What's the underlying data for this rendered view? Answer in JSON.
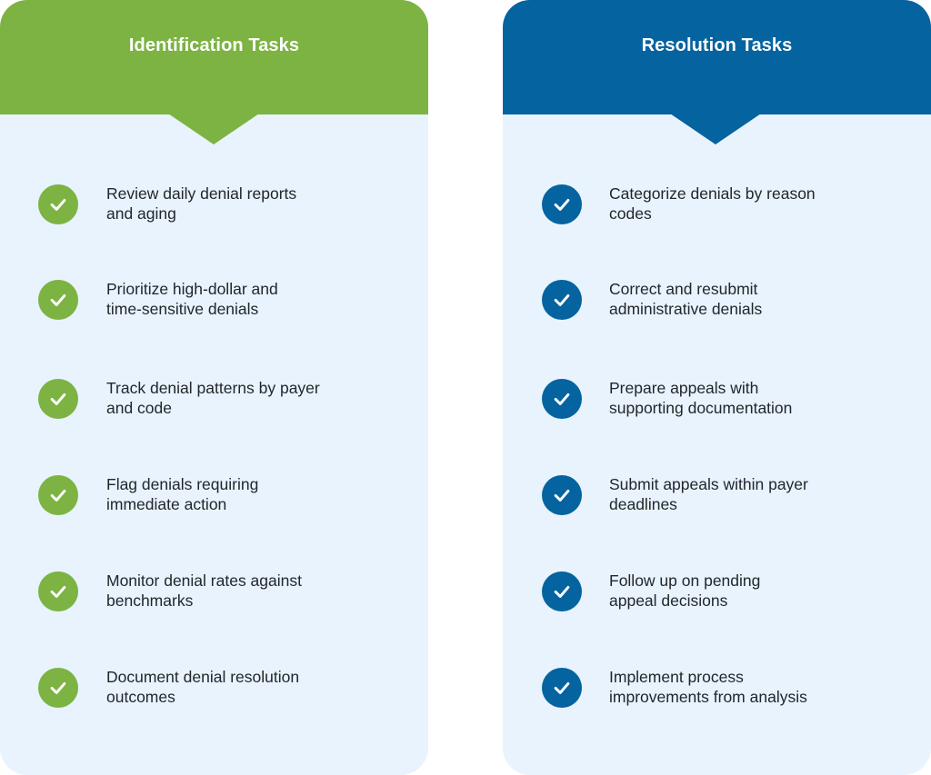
{
  "colors": {
    "identification_accent": "#7cb342",
    "resolution_accent": "#0563a0",
    "card_background": "#e8f3fd",
    "text": "#23262c"
  },
  "identification": {
    "title": "Identification Tasks",
    "icon": "check-circle-icon",
    "tasks": [
      {
        "line1": "Review daily denial reports",
        "line2": "and aging"
      },
      {
        "line1": "Prioritize high-dollar and",
        "line2": "time-sensitive denials"
      },
      {
        "line1": "Track denial patterns by payer",
        "line2": "and code"
      },
      {
        "line1": "Flag denials requiring",
        "line2": "immediate action"
      },
      {
        "line1": "Monitor denial rates against",
        "line2": "benchmarks"
      },
      {
        "line1": "Document denial resolution",
        "line2": "outcomes"
      }
    ]
  },
  "resolution": {
    "title": "Resolution Tasks",
    "icon": "check-circle-icon",
    "tasks": [
      {
        "line1": "Categorize denials by reason",
        "line2": "codes"
      },
      {
        "line1": "Correct and resubmit",
        "line2": "administrative denials"
      },
      {
        "line1": "Prepare appeals with",
        "line2": "supporting documentation"
      },
      {
        "line1": "Submit appeals within payer",
        "line2": "deadlines"
      },
      {
        "line1": "Follow up on pending",
        "line2": "appeal decisions"
      },
      {
        "line1": "Implement process",
        "line2": "improvements from analysis"
      }
    ]
  }
}
